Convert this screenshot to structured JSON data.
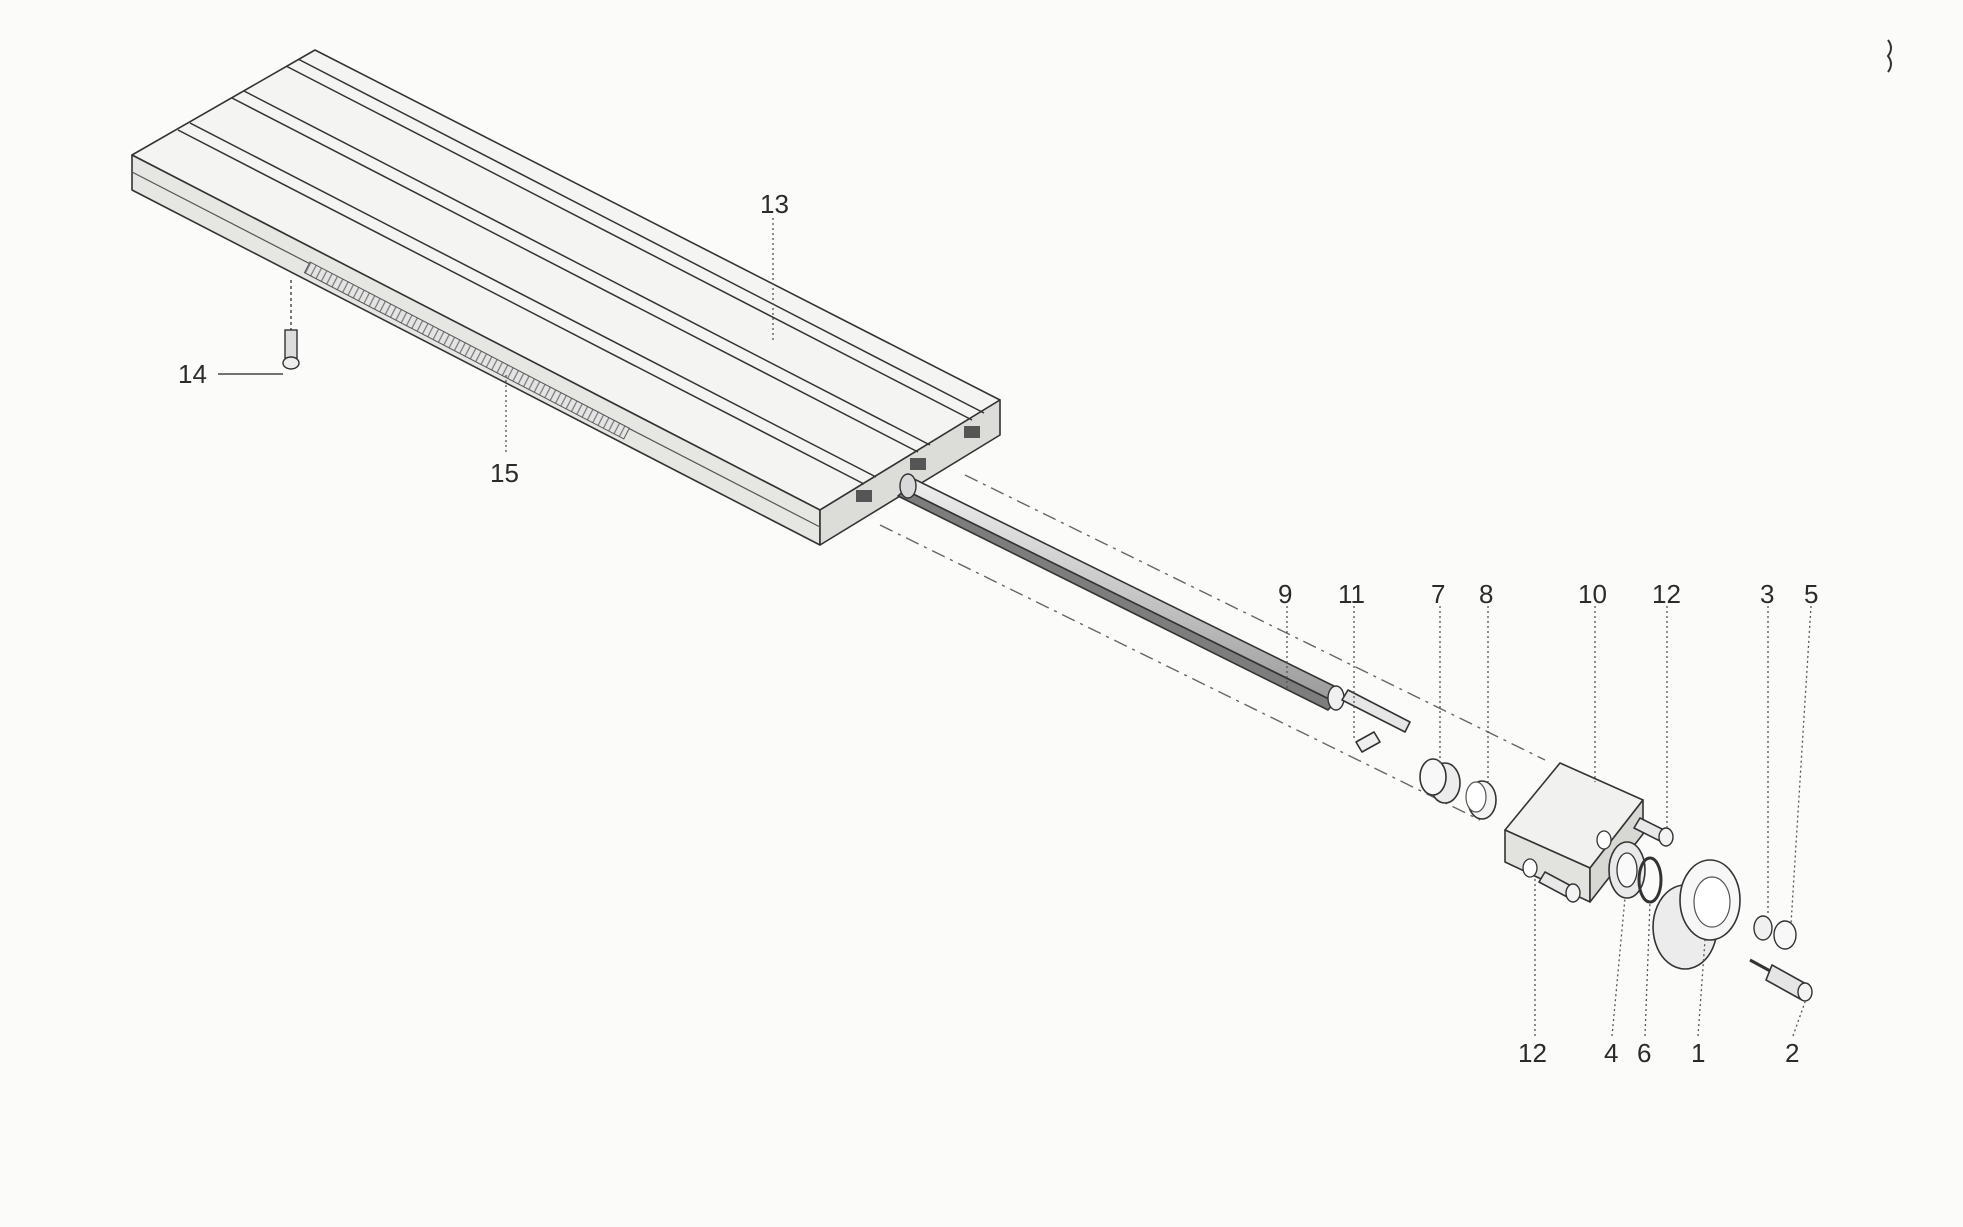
{
  "diagram": {
    "callouts": [
      {
        "id": "13",
        "label": "13"
      },
      {
        "id": "14",
        "label": "14"
      },
      {
        "id": "15",
        "label": "15"
      },
      {
        "id": "9",
        "label": "9"
      },
      {
        "id": "11",
        "label": "11"
      },
      {
        "id": "7",
        "label": "7"
      },
      {
        "id": "8",
        "label": "8"
      },
      {
        "id": "10",
        "label": "10"
      },
      {
        "id": "12a",
        "label": "12"
      },
      {
        "id": "3",
        "label": "3"
      },
      {
        "id": "5",
        "label": "5"
      },
      {
        "id": "12b",
        "label": "12"
      },
      {
        "id": "4",
        "label": "4"
      },
      {
        "id": "6",
        "label": "6"
      },
      {
        "id": "1",
        "label": "1"
      },
      {
        "id": "2",
        "label": "2"
      }
    ]
  }
}
